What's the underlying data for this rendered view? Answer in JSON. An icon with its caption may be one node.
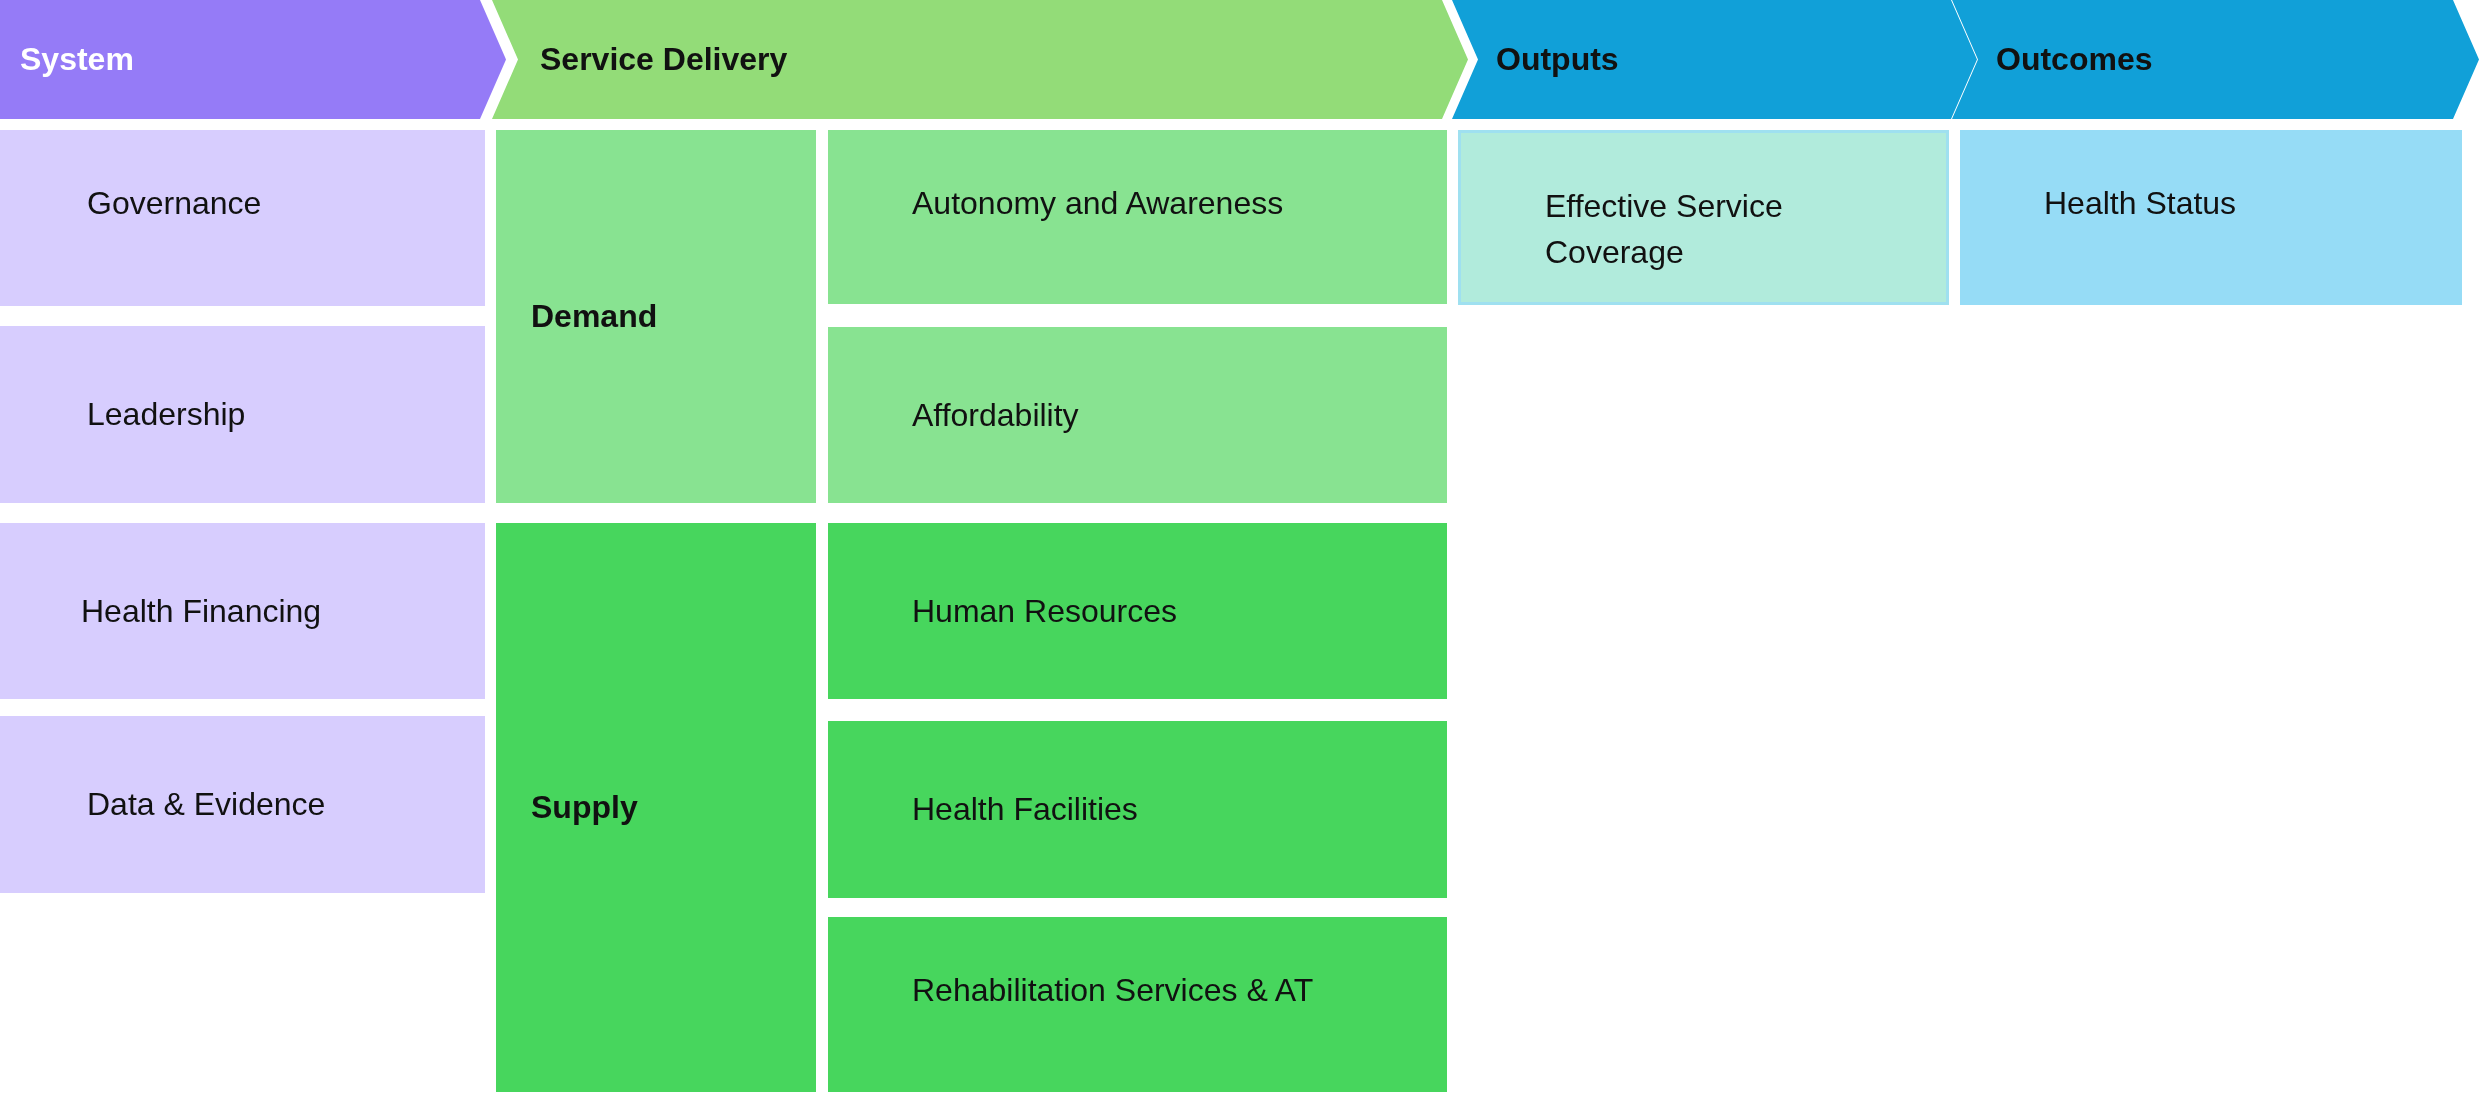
{
  "diagram": {
    "nodes": [
      {
        "text": [
          "System"
        ]
      },
      {
        "text": [
          "Service Delivery"
        ]
      },
      {
        "text": [
          "Outputs"
        ]
      },
      {
        "text": [
          "Outcomes"
        ]
      },
      {
        "text": [
          "Governance"
        ]
      },
      {
        "text": [
          "Leadership"
        ]
      },
      {
        "text": [
          "Health Financing"
        ]
      },
      {
        "text": [
          "Data & Evidence"
        ]
      },
      {
        "text": [
          "Demand"
        ]
      },
      {
        "text": [
          "Autonomy and Awareness"
        ]
      },
      {
        "text": [
          "Affordability"
        ]
      },
      {
        "text": [
          "Supply"
        ]
      },
      {
        "text": [
          "Human Resources"
        ]
      },
      {
        "text": [
          "Health Facilities"
        ]
      },
      {
        "text": [
          "Rehabilitation Services & AT"
        ]
      },
      {
        "text": [
          "Effective Service Coverage"
        ]
      },
      {
        "text": [
          "Health Status"
        ]
      }
    ],
    "edges": []
  }
}
